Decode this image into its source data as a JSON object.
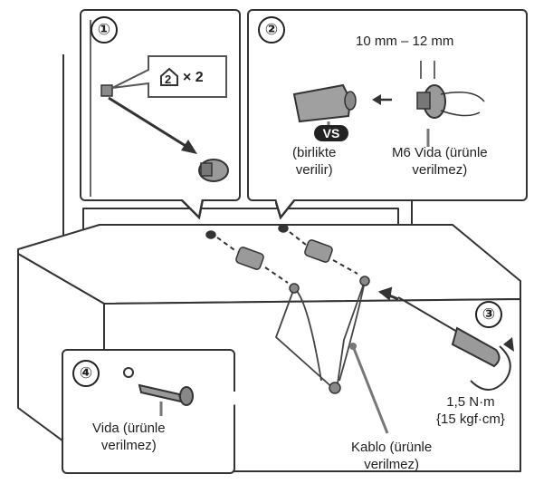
{
  "panels": {
    "step1": {
      "number": "①",
      "quantity": "× 2",
      "ref_number": "2"
    },
    "step2": {
      "number": "②",
      "dimension": "10 mm – 12 mm",
      "badge": "VS",
      "bracket_note": "(birlikte\nverilir)",
      "screw_label": "M6 Vida (ürünle\nverilmez)"
    },
    "step3": {
      "number": "③",
      "torque": "1,5 N·m\n{15 kgf·cm}"
    },
    "step4": {
      "number": "④",
      "screw_label": "Vida (ürünle\nverilmez)"
    }
  },
  "cable_label": "Kablo (ürünle\nverilmez)",
  "colors": {
    "line": "#333333",
    "part_fill": "#9a9a9a",
    "furniture": "#ffffff",
    "badge": "#222222"
  }
}
